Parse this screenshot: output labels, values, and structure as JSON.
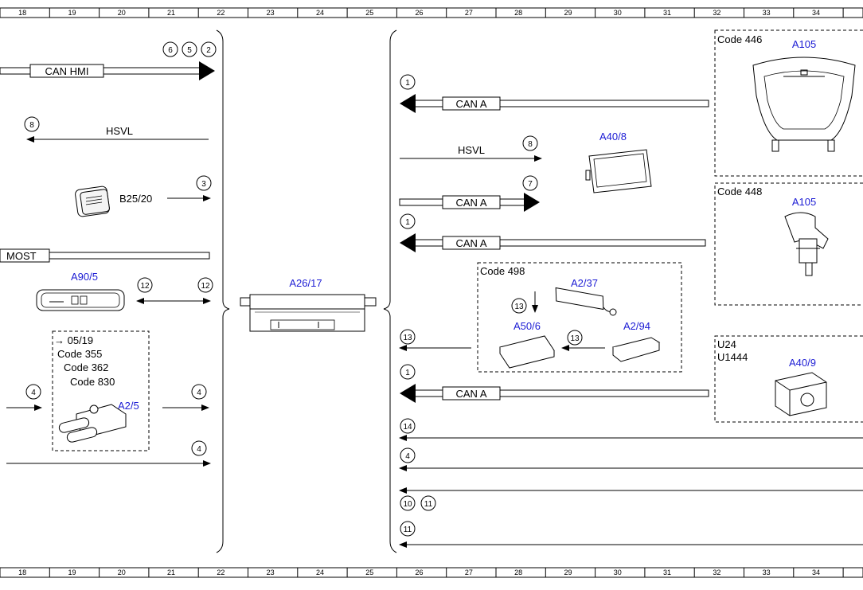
{
  "ruler": {
    "top": [
      "18",
      "19",
      "20",
      "21",
      "22",
      "23",
      "24",
      "25",
      "26",
      "27",
      "28",
      "29",
      "30",
      "31",
      "32",
      "33",
      "34"
    ],
    "bottom": [
      "18",
      "19",
      "20",
      "21",
      "22",
      "23",
      "24",
      "25",
      "26",
      "27",
      "28",
      "29",
      "30",
      "31",
      "32",
      "33",
      "34"
    ]
  },
  "bus_labels": {
    "can_hmi": "CAN HMI",
    "hsvl_left": "HSVL",
    "most": "MOST",
    "can_a_1": "CAN A",
    "hsvl_right": "HSVL",
    "can_a_2": "CAN A",
    "can_a_3": "CAN A",
    "can_a_4": "CAN A"
  },
  "components": {
    "b25_20": "B25/20",
    "a90_5": "A90/5",
    "a2_5": "A2/5",
    "a26_17": "A26/17",
    "a40_8": "A40/8",
    "a2_37": "A2/37",
    "a50_6": "A50/6",
    "a2_94": "A2/94",
    "a105_446": "A105",
    "a105_448": "A105",
    "a40_9": "A40/9"
  },
  "codes": {
    "code_0519": "→ 05/19",
    "code_355": "Code 355",
    "code_362": "Code 362",
    "code_830": "Code 830",
    "code_498": "Code 498",
    "code_446": "Code 446",
    "code_448": "Code 448",
    "u24": "U24",
    "u1444": "U1444"
  },
  "refs": {
    "r6": "6",
    "r5": "5",
    "r2": "2",
    "r8a": "8",
    "r3": "3",
    "r12a": "12",
    "r12b": "12",
    "r4a": "4",
    "r4b": "4",
    "r4c": "4",
    "r1a": "1",
    "r8b": "8",
    "r7": "7",
    "r1b": "1",
    "r13a": "13",
    "r13b": "13",
    "r13c": "13",
    "r1c": "1",
    "r14": "14",
    "r4d": "4",
    "r10": "10",
    "r11a": "11",
    "r11b": "11"
  }
}
